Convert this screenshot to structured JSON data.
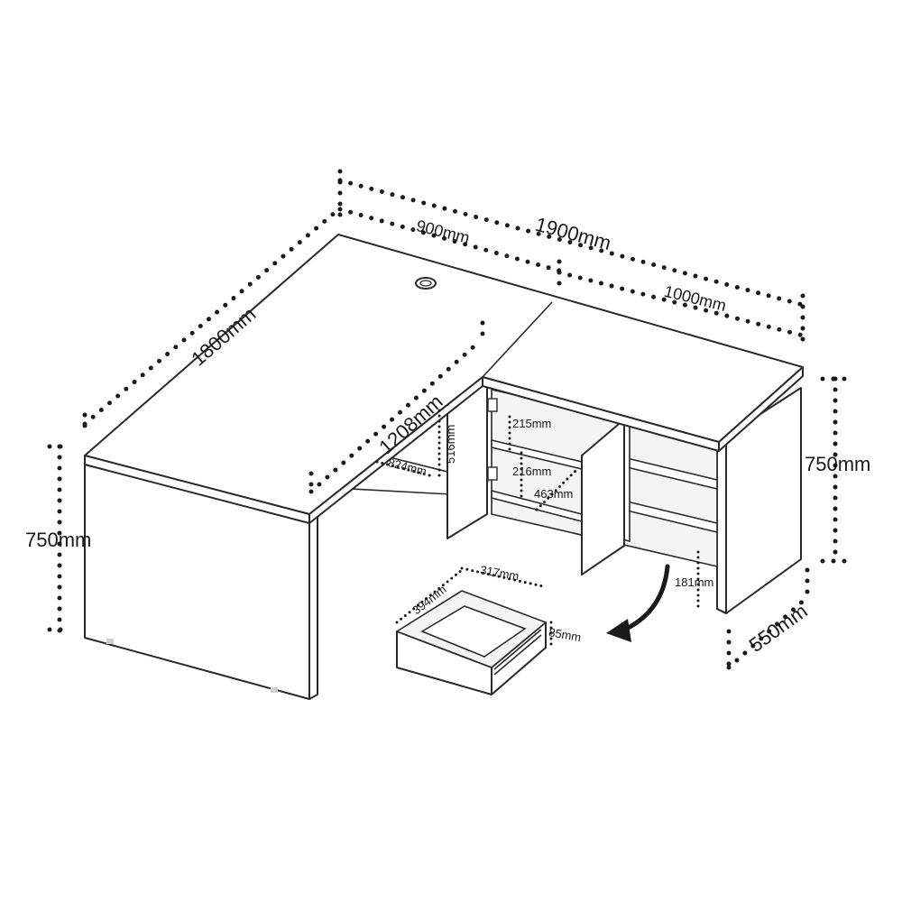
{
  "diagram": {
    "dimensions": {
      "total_width": "1900mm",
      "top_width_left": "900mm",
      "top_width_right": "1000mm",
      "desk_length": "1800mm",
      "return_length": "1208mm",
      "desk_height": "750mm",
      "cabinet_height": "750mm",
      "cabinet_depth": "550mm",
      "knee_depth": "824mm",
      "cabinet_inner_height": "516mm",
      "shelf_top_spacing": "215mm",
      "shelf_middle_spacing": "216mm",
      "shelf_depth": "463mm",
      "drawer_height_gap": "181mm",
      "drawer_depth": "394mm",
      "drawer_width": "317mm",
      "drawer_height": "85mm"
    }
  }
}
